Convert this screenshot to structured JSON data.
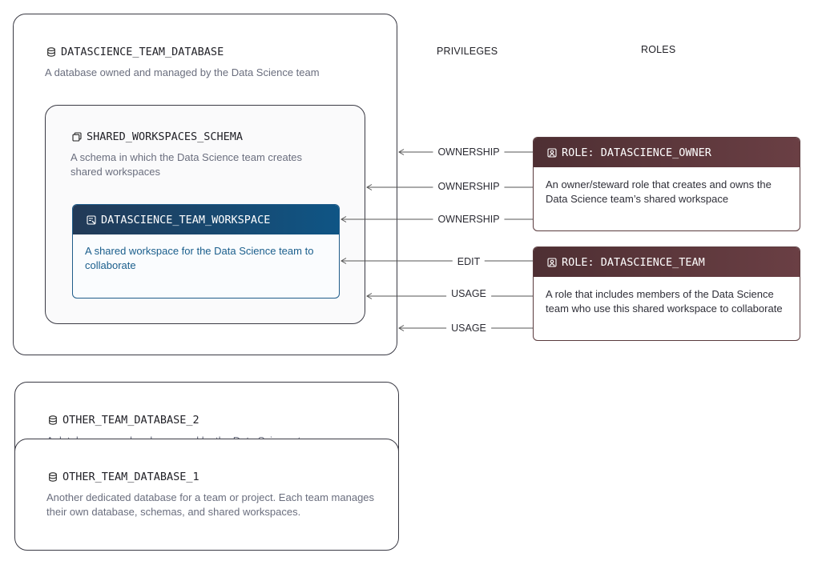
{
  "headers": {
    "privileges": "PRIVILEGES",
    "roles": "ROLES"
  },
  "database_main": {
    "icon": "database-icon",
    "title": "DATASCIENCE_TEAM_DATABASE",
    "description": "A database owned and managed by the Data Science team"
  },
  "schema": {
    "icon": "schema-icon",
    "title": "SHARED_WORKSPACES_SCHEMA",
    "description": "A schema in which the Data Science team creates shared workspaces"
  },
  "workspace": {
    "icon": "workspace-icon",
    "title": "DATASCIENCE_TEAM_WORKSPACE",
    "description": "A shared workspace for the Data Science team to collaborate"
  },
  "database_2": {
    "icon": "database-icon",
    "title": "OTHER_TEAM_DATABASE_2",
    "description": "A database owned and managed by the Data Science team"
  },
  "database_1": {
    "icon": "database-icon",
    "title": "OTHER_TEAM_DATABASE_1",
    "description": "Another dedicated database for a team or project. Each team manages their own database, schemas, and shared workspaces."
  },
  "role_owner": {
    "icon": "user-icon",
    "title": "ROLE: DATASCIENCE_OWNER",
    "description": "An owner/steward role that creates and owns the Data Science team’s shared workspace"
  },
  "role_team": {
    "icon": "user-icon",
    "title": "ROLE: DATASCIENCE_TEAM",
    "description": "A role that includes members of the Data Science team who use this shared workspace to collaborate"
  },
  "privileges": [
    {
      "label": "OWNERSHIP",
      "from": "role_owner",
      "to": "database_main"
    },
    {
      "label": "OWNERSHIP",
      "from": "role_owner",
      "to": "schema"
    },
    {
      "label": "OWNERSHIP",
      "from": "role_owner",
      "to": "workspace"
    },
    {
      "label": "EDIT",
      "from": "role_team",
      "to": "workspace"
    },
    {
      "label": "USAGE",
      "from": "role_team",
      "to": "schema"
    },
    {
      "label": "USAGE",
      "from": "role_team",
      "to": "database_main"
    }
  ],
  "colors": {
    "workspace_header_start": "#223a57",
    "workspace_header_end": "#0f5585",
    "role_header_start": "#4e2f33",
    "role_header_end": "#6a3f44"
  }
}
